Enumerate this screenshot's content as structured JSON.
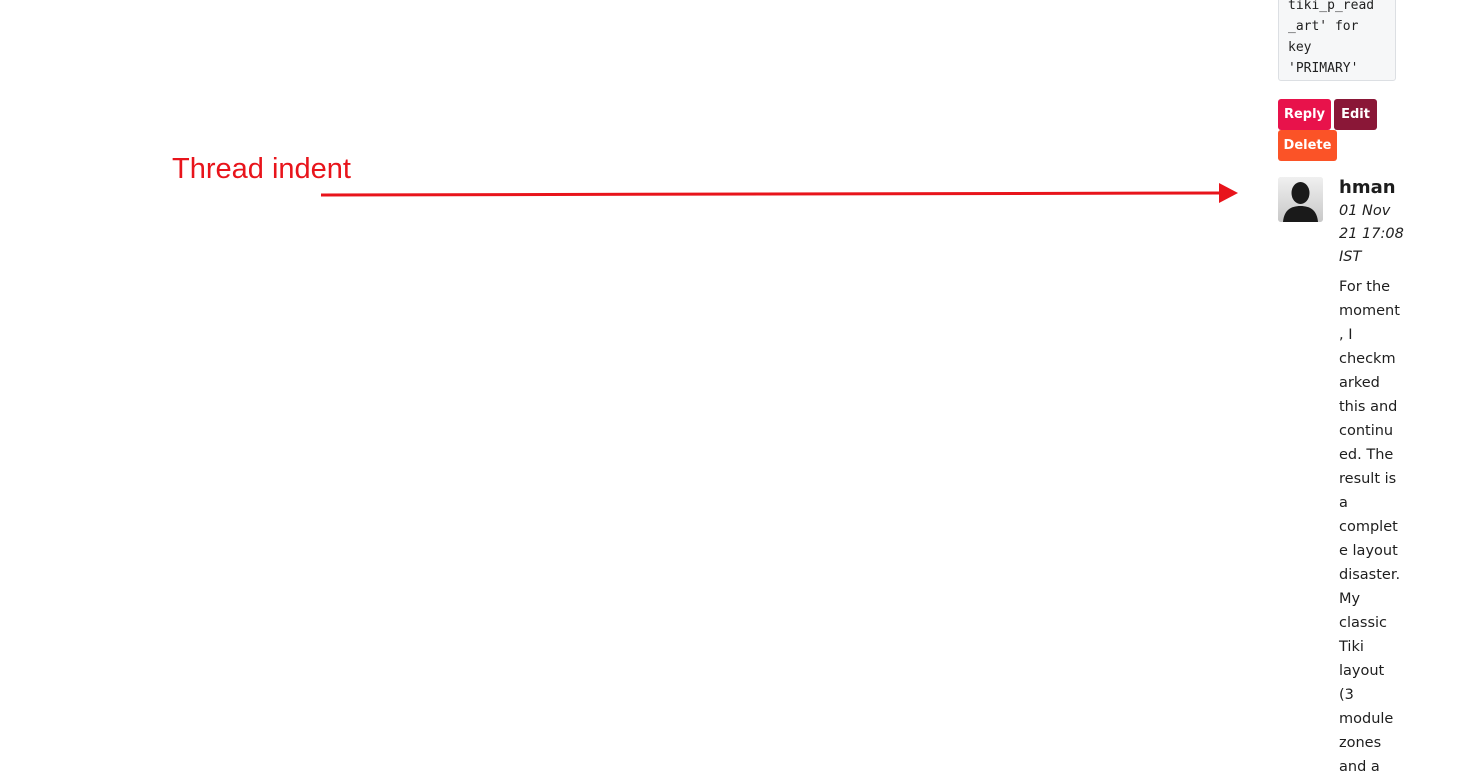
{
  "annotation": {
    "label": "Thread indent",
    "color": "#e8141b"
  },
  "code_block": {
    "lines": [
      "tiki_p_read",
      "_art' for",
      "key",
      "'PRIMARY'"
    ]
  },
  "actions": {
    "reply_label": "Reply",
    "edit_label": "Edit",
    "delete_label": "Delete",
    "colors": {
      "reply": "#e8124b",
      "edit": "#8a1737",
      "delete": "#fb5327"
    }
  },
  "comment": {
    "author": "hman",
    "date_lines": [
      "01 Nov",
      "21 17:08",
      "IST"
    ],
    "avatar_icon": "user-silhouette-icon",
    "body_lines": [
      "For the",
      "moment",
      ", I",
      "checkm",
      "arked",
      "this and",
      "continu",
      "ed. The",
      "result is",
      "a",
      "complet",
      "e layout",
      "disaster.",
      "My",
      "classic",
      "Tiki",
      "layout",
      "(3",
      "module",
      "zones",
      "and a"
    ]
  }
}
